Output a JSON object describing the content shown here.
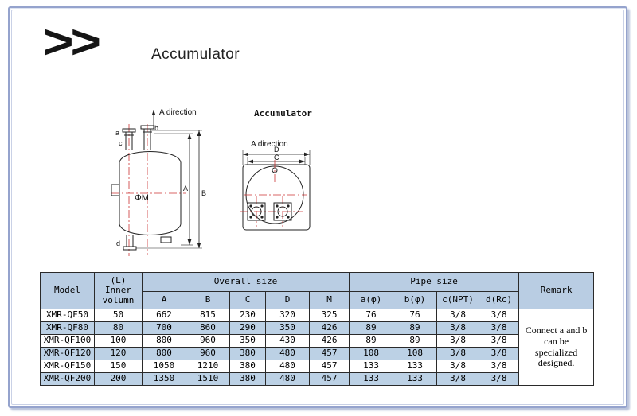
{
  "page": {
    "chevrons": ">>",
    "title": "Accumulator"
  },
  "side_view": {
    "a_direction": "A direction",
    "phi_m": "ΦM",
    "label_a": "a",
    "label_b": "b",
    "label_c": "c",
    "label_d": "d",
    "dim_a": "A",
    "dim_b": "B"
  },
  "top_view": {
    "title": "Accumulator",
    "a_direction": "A direction",
    "dim_d": "D",
    "dim_c": "C"
  },
  "table": {
    "headers": {
      "model": "Model",
      "volume": "(L)\nInner\nvolumn",
      "overall_size": "Overall size",
      "pipe_size": "Pipe size",
      "remark": "Remark",
      "overall_cols": [
        "A",
        "B",
        "C",
        "D",
        "M"
      ],
      "pipe_cols": [
        "a(φ)",
        "b(φ)",
        "c(NPT)",
        "d(Rc)"
      ]
    },
    "rows": [
      {
        "model": "XMR-QF50",
        "volume": "50",
        "values": [
          "662",
          "815",
          "230",
          "320",
          "325",
          "76",
          "76",
          "3/8",
          "3/8"
        ]
      },
      {
        "model": "XMR-QF80",
        "volume": "80",
        "values": [
          "700",
          "860",
          "290",
          "350",
          "426",
          "89",
          "89",
          "3/8",
          "3/8"
        ]
      },
      {
        "model": "XMR-QF100",
        "volume": "100",
        "values": [
          "800",
          "960",
          "350",
          "430",
          "426",
          "89",
          "89",
          "3/8",
          "3/8"
        ]
      },
      {
        "model": "XMR-QF120",
        "volume": "120",
        "values": [
          "800",
          "960",
          "380",
          "480",
          "457",
          "108",
          "108",
          "3/8",
          "3/8"
        ]
      },
      {
        "model": "XMR-QF150",
        "volume": "150",
        "values": [
          "1050",
          "1210",
          "380",
          "480",
          "457",
          "133",
          "133",
          "3/8",
          "3/8"
        ]
      },
      {
        "model": "XMR-QF200",
        "volume": "200",
        "values": [
          "1350",
          "1510",
          "380",
          "480",
          "457",
          "133",
          "133",
          "3/8",
          "3/8"
        ]
      }
    ],
    "remark": "Connect a and b\ncan be\nspecialized\ndesigned.",
    "colors": {
      "header_bg": "#b9cde3",
      "alt_row_bg": "#bcd1e5",
      "frame_border": "#95a3cd",
      "centerline_red": "#cc3333"
    }
  }
}
